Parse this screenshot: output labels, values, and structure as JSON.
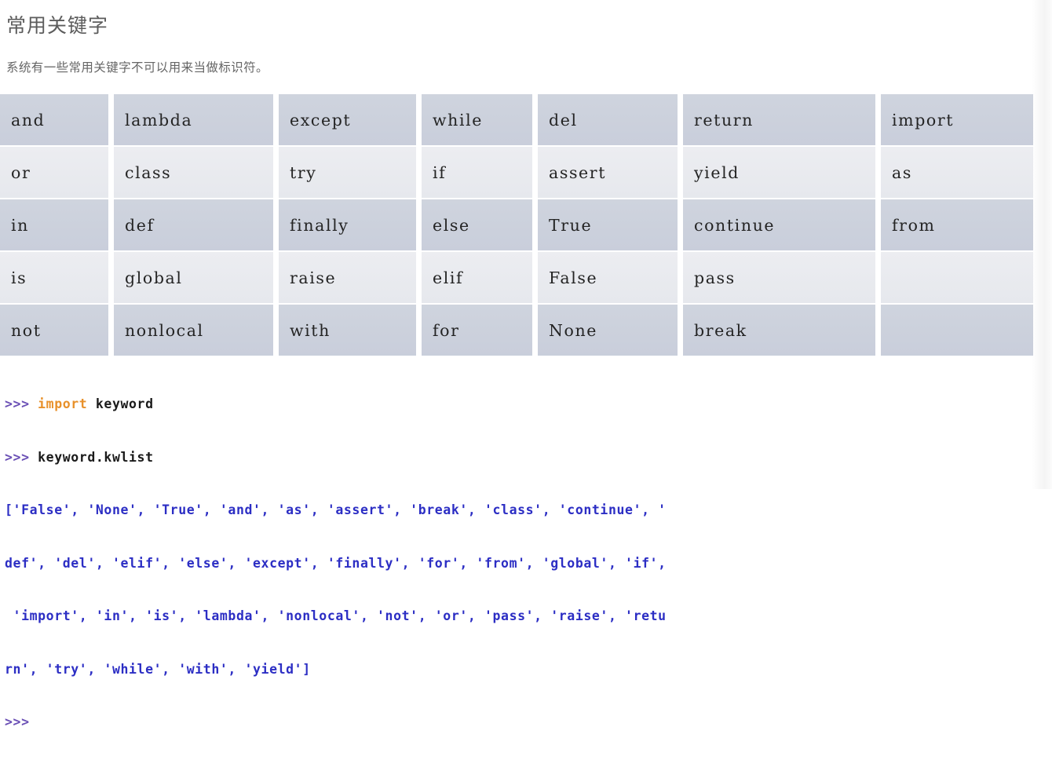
{
  "heading": "常用关键字",
  "subheading": "系统有一些常用关键字不可以用来当做标识符。",
  "colors": {
    "row_dark": "#ccd1dc",
    "row_light": "#e9ebef",
    "heading_text": "#5c5c5c",
    "cell_text": "#242424",
    "prompt": "#6a4fb5",
    "keyword_import": "#e8912b",
    "console_output": "#2c2ec4"
  },
  "table": {
    "rows": [
      {
        "style": "dark",
        "cells": [
          "and",
          "lambda",
          "except",
          "while",
          "del",
          "return",
          "import"
        ]
      },
      {
        "style": "light",
        "cells": [
          "or",
          "class",
          "try",
          "if",
          "assert",
          "yield",
          "as"
        ]
      },
      {
        "style": "dark",
        "cells": [
          "in",
          "def",
          "finally",
          "else",
          "True",
          "continue",
          "from"
        ]
      },
      {
        "style": "light",
        "cells": [
          "is",
          "global",
          "raise",
          "elif",
          "False",
          "pass",
          ""
        ]
      },
      {
        "style": "dark",
        "cells": [
          "not",
          "nonlocal",
          "with",
          "for",
          "None",
          "break",
          ""
        ]
      }
    ]
  },
  "console": {
    "line1": {
      "prompt": ">>> ",
      "keyword": "import",
      "rest": " keyword"
    },
    "line2": {
      "prompt": ">>> ",
      "text": "keyword.kwlist"
    },
    "output": [
      "['False', 'None', 'True', 'and', 'as', 'assert', 'break', 'class', 'continue', '",
      "def', 'del', 'elif', 'else', 'except', 'finally', 'for', 'from', 'global', 'if',",
      " 'import', 'in', 'is', 'lambda', 'nonlocal', 'not', 'or', 'pass', 'raise', 'retu",
      "rn', 'try', 'while', 'with', 'yield']"
    ],
    "line_last": ">>>"
  }
}
